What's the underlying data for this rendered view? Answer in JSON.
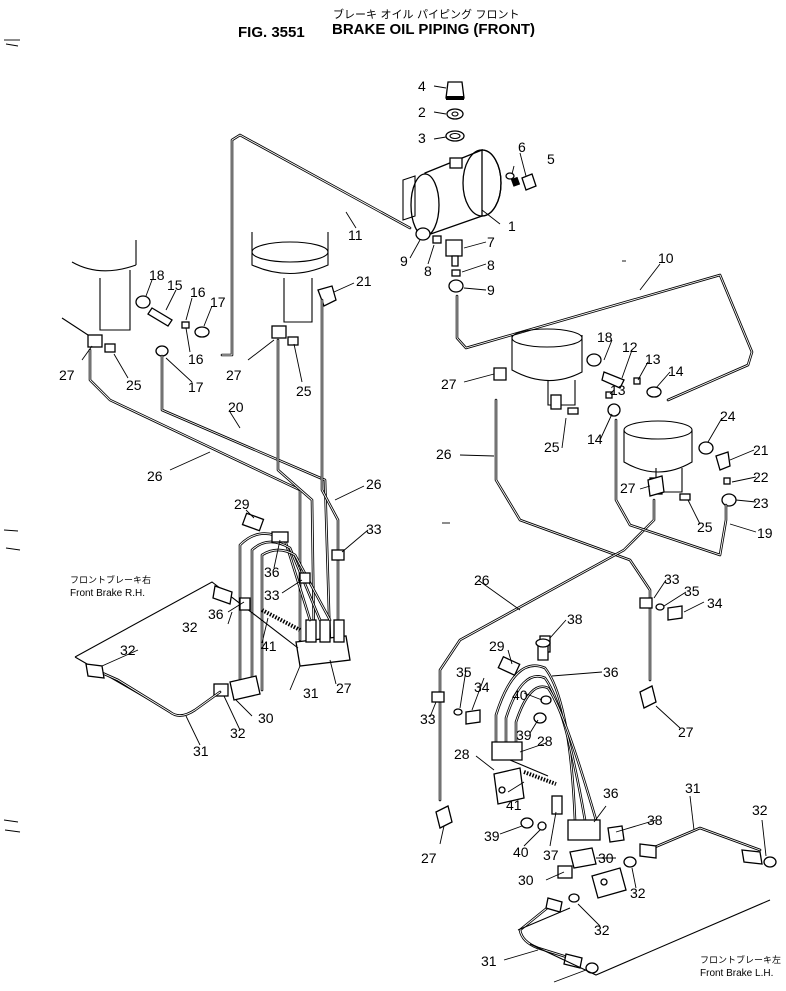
{
  "figure": {
    "fig_number": "FIG. 3551",
    "kana_title": "ブレーキ オイル パイピング フロント",
    "title": "BRAKE OIL PIPING (FRONT)"
  },
  "callouts": {
    "front_brake_rh_jp": "フロントブレーキ右",
    "front_brake_rh_en": "Front Brake R.H.",
    "front_brake_lh_jp": "フロントブレーキ左",
    "front_brake_lh_en": "Front Brake L.H."
  },
  "part_numbers": [
    "1",
    "2",
    "3",
    "4",
    "5",
    "6",
    "7",
    "8",
    "8",
    "9",
    "9",
    "10",
    "11",
    "12",
    "13",
    "13",
    "14",
    "14",
    "15",
    "16",
    "16",
    "17",
    "17",
    "18",
    "18",
    "19",
    "20",
    "21",
    "21",
    "22",
    "23",
    "24",
    "25",
    "25",
    "25",
    "25",
    "26",
    "26",
    "26",
    "26",
    "26",
    "27",
    "27",
    "27",
    "27",
    "27",
    "27",
    "27",
    "28",
    "28",
    "29",
    "29",
    "30",
    "30",
    "30",
    "31",
    "31",
    "31",
    "31",
    "32",
    "32",
    "32",
    "32",
    "32",
    "32",
    "33",
    "33",
    "33",
    "33",
    "34",
    "34",
    "35",
    "35",
    "36",
    "36",
    "36",
    "36",
    "37",
    "38",
    "38",
    "39",
    "39",
    "40",
    "40",
    "41",
    "41"
  ]
}
